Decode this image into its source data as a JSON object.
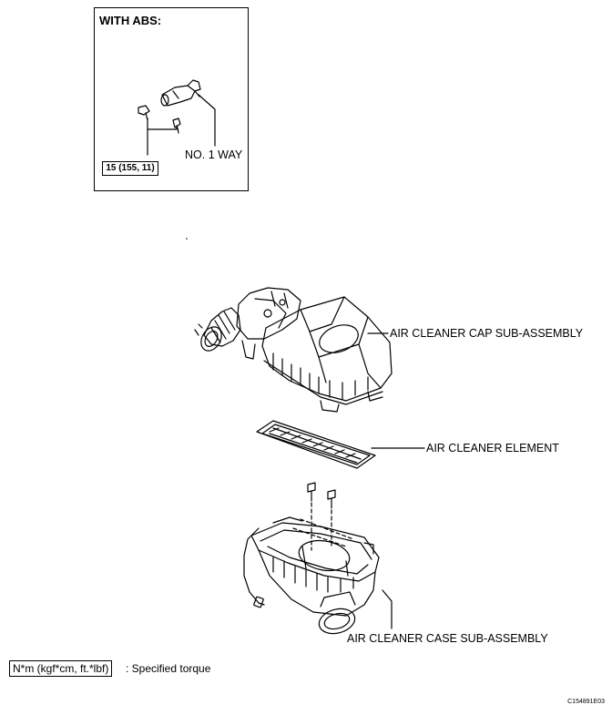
{
  "inset": {
    "title": "WITH ABS:",
    "part_label": "NO. 1 WAY",
    "torque_value": "15 (155, 11)"
  },
  "parts": {
    "cap": "AIR CLEANER CAP SUB-ASSEMBLY",
    "element": "AIR CLEANER ELEMENT",
    "case": "AIR CLEANER CASE SUB-ASSEMBLY"
  },
  "legend": {
    "unit": "N*m (kgf*cm, ft.*lbf)",
    "description": ": Specified torque"
  },
  "figure_id": "C154891E03"
}
